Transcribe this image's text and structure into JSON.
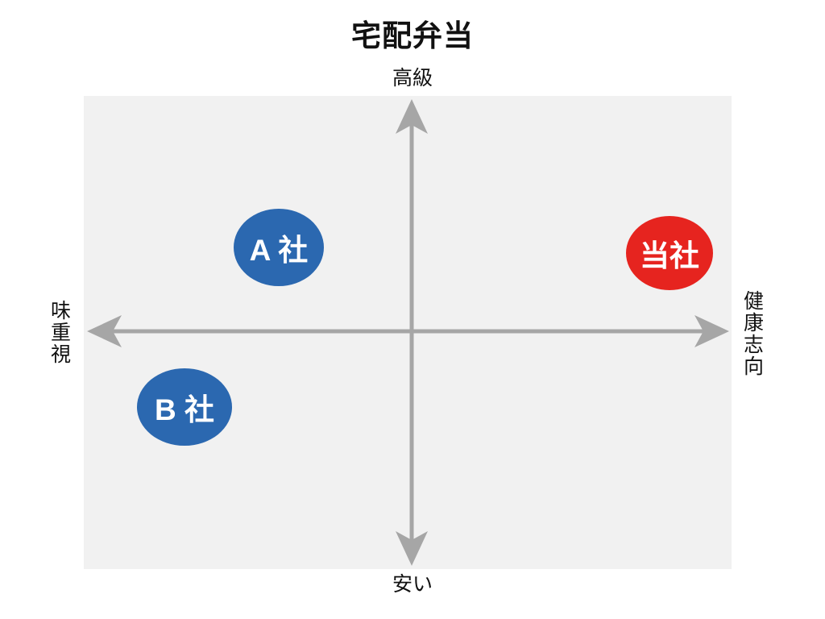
{
  "title": "宅配弁当",
  "axes": {
    "top_label": "高級",
    "bottom_label": "安い",
    "left_label": "味重視",
    "right_label": "健康志向"
  },
  "bubbles": [
    {
      "id": "company-a",
      "label": "A 社",
      "quadrant": "top-left",
      "color": "#2b68b0",
      "text_color": "#ffffff"
    },
    {
      "id": "company-b",
      "label": "B 社",
      "quadrant": "bottom-left",
      "color": "#2b68b0",
      "text_color": "#ffffff"
    },
    {
      "id": "own-company",
      "label": "当社",
      "quadrant": "top-right",
      "color": "#e6241f",
      "text_color": "#ffffff"
    }
  ],
  "colors": {
    "plot_background": "#f1f1f1",
    "axis_gray": "#a6a6a6",
    "text": "#111111",
    "page_background": "#ffffff"
  }
}
